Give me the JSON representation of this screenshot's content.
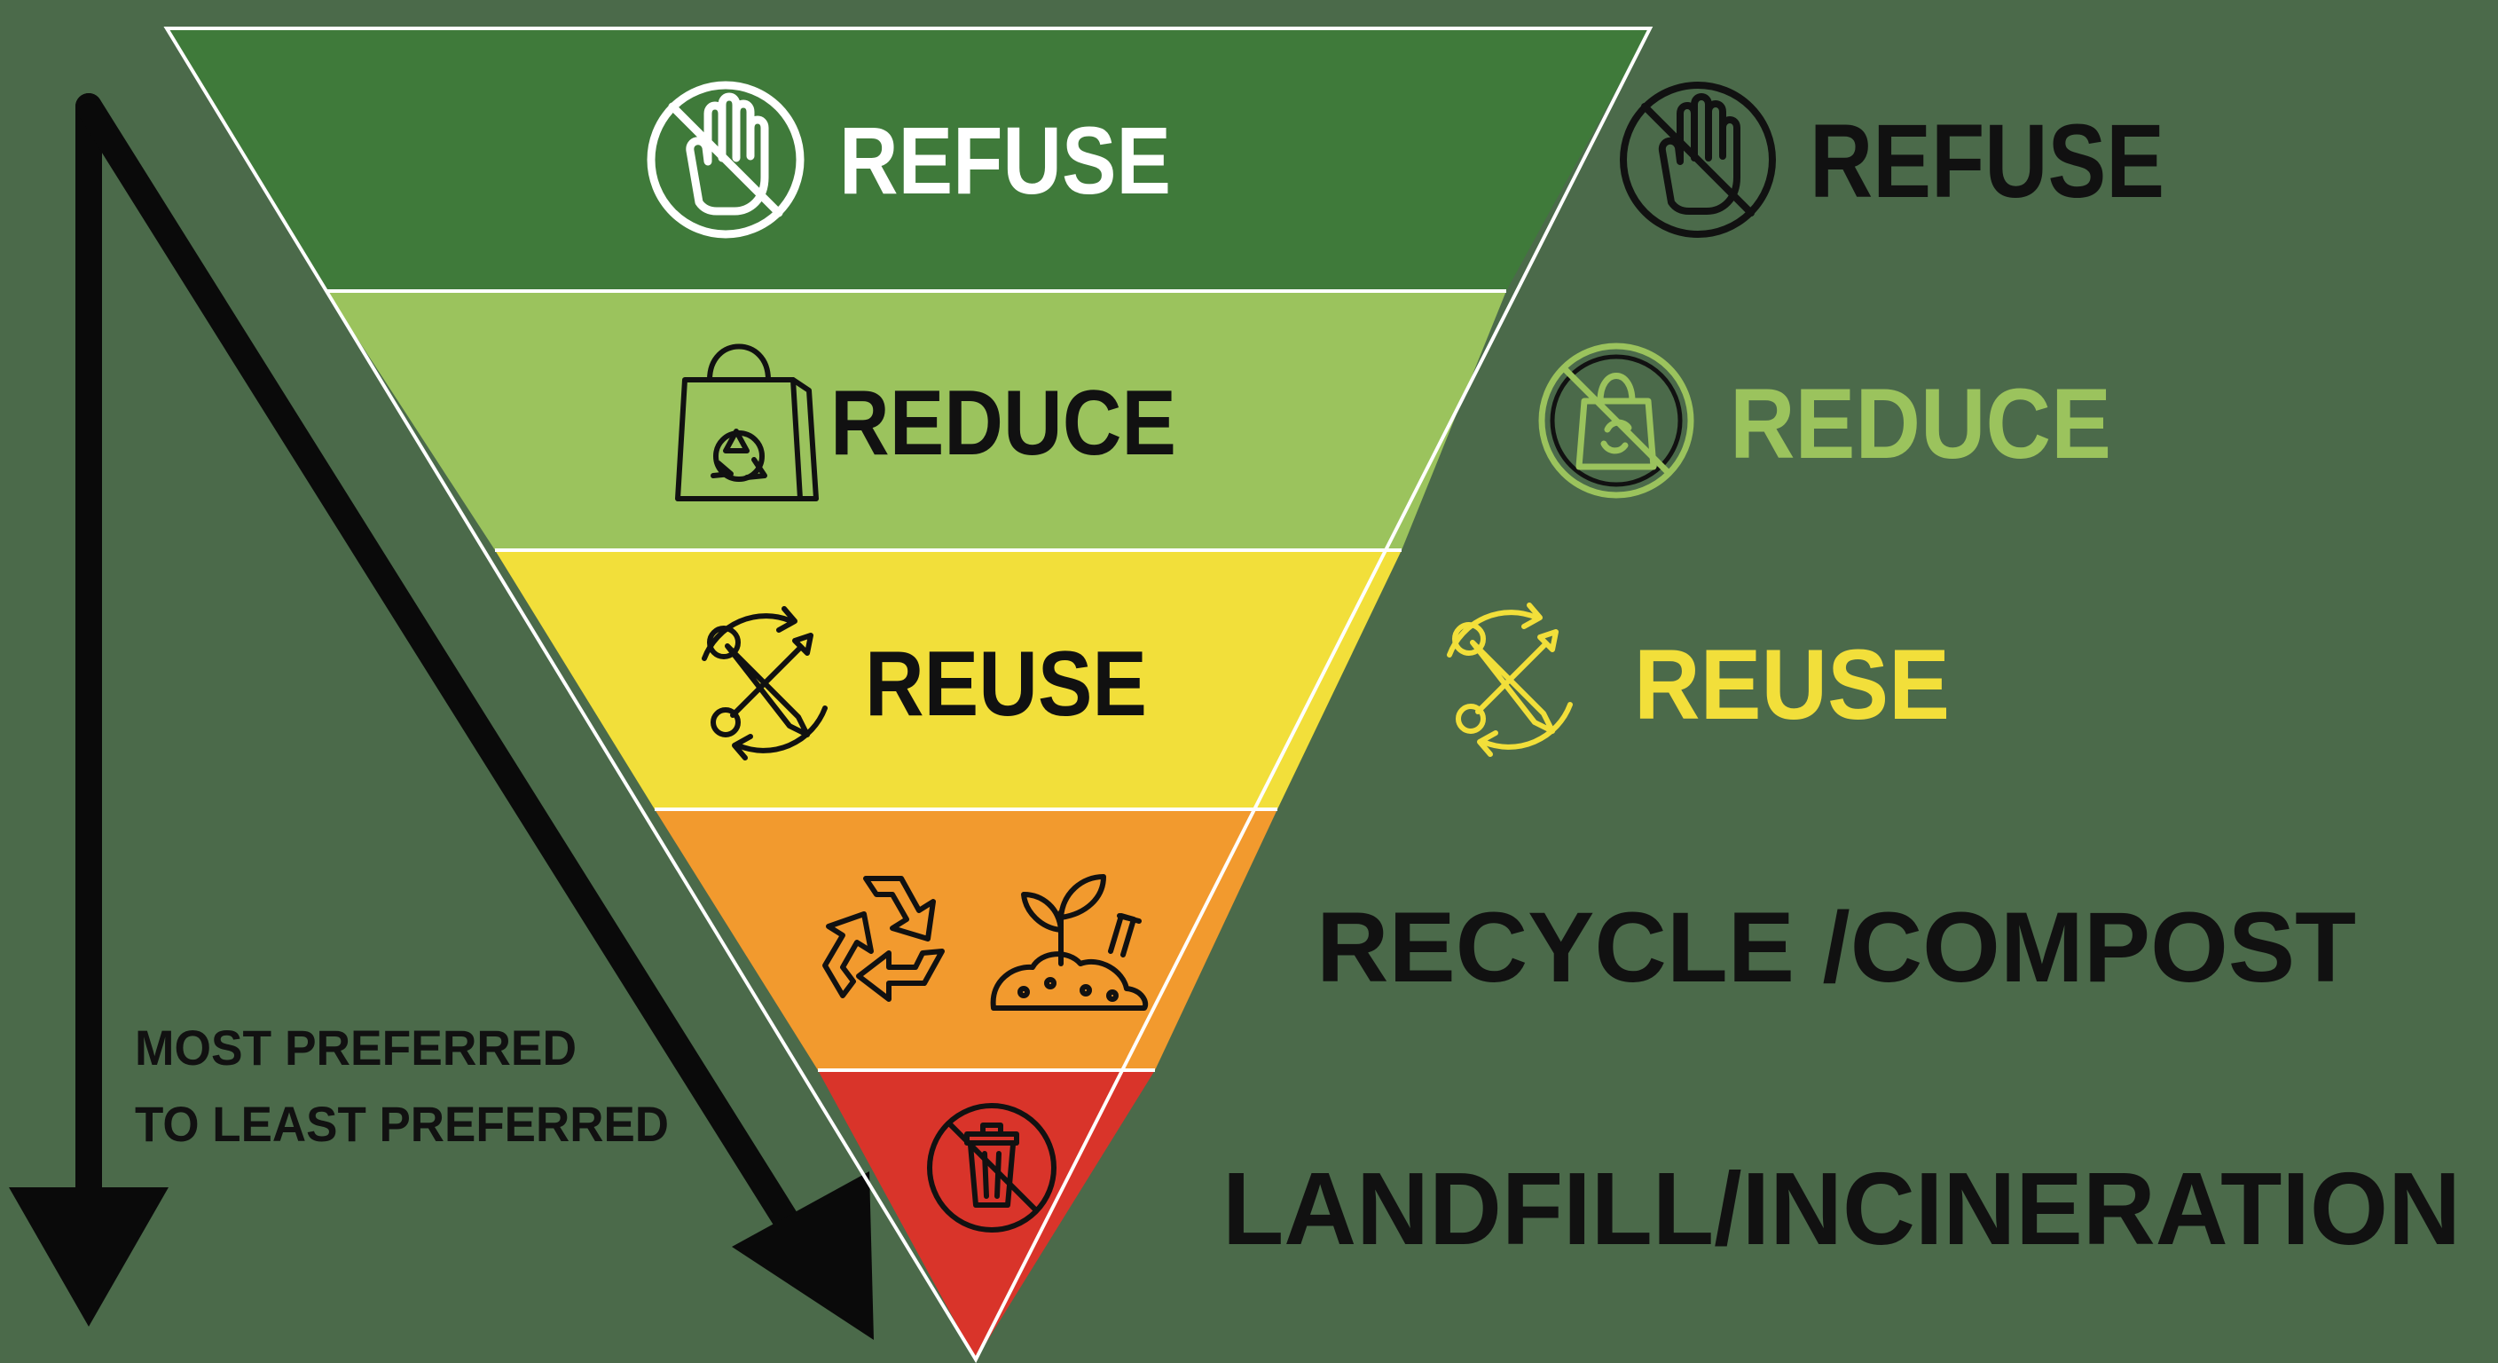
{
  "colors": {
    "background": "#4b6a4a",
    "refuse": "#3f7a3a",
    "reduce": "#9bc35d",
    "reuse": "#f2df3a",
    "recycle": "#f29a2e",
    "landfill": "#d9342a",
    "ink": "#111111",
    "white": "#ffffff"
  },
  "levels": [
    {
      "id": "refuse",
      "label": "REFUSE",
      "icon": "stop-hand-icon"
    },
    {
      "id": "reduce",
      "label": "REDUCE",
      "icon": "recycle-bag-icon"
    },
    {
      "id": "reuse",
      "label": "REUSE",
      "icon": "repair-tools-icon"
    },
    {
      "id": "recycle",
      "label": "RECYCLE /COMPOST",
      "icon": "recycle-compost-icon"
    },
    {
      "id": "landfill",
      "label": "LANDFILL/INCINERATION",
      "icon": "no-trash-icon"
    }
  ],
  "preference_note": {
    "line1": "MOST PREFERRED",
    "line2": "TO LEAST PREFERRED"
  }
}
